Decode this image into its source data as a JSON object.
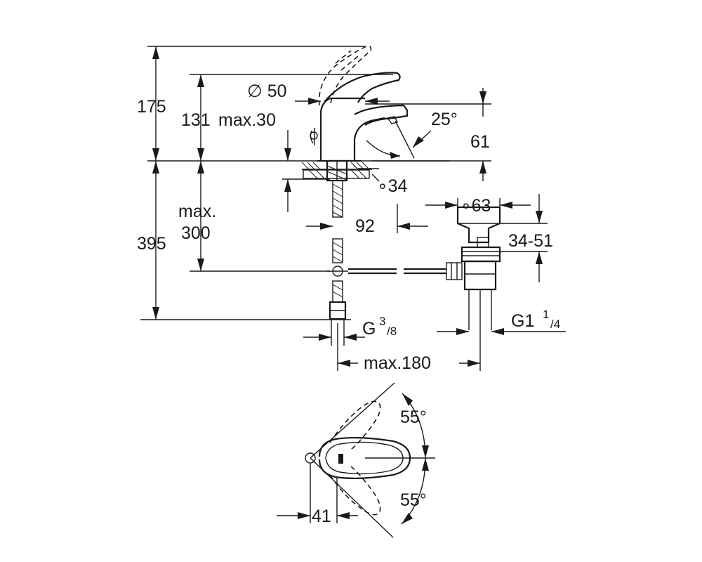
{
  "dimensions": {
    "total_height": "175",
    "spout_height": "131",
    "max_deck": "max.30",
    "handle_diameter": "∅ 50",
    "spout_angle": "25°",
    "spout_clearance": "61",
    "hole_diameter": "∘34",
    "waste_diameter": "∘63",
    "waste_range": "34-51",
    "below_height": "395",
    "hose_max_line1": "max.",
    "hose_max_line2": "300",
    "hose_offset": "92",
    "thread_hose_main": "G",
    "thread_hose_num": "3",
    "thread_hose_den": "/8",
    "thread_waste_main": "G1",
    "thread_waste_num": "1",
    "thread_waste_den": "/4",
    "waste_distance": "max.180",
    "rotation_up": "55°",
    "rotation_down": "55°",
    "handle_offset": "41"
  },
  "colors": {
    "ink": "#1a1a1a",
    "background": "#ffffff"
  }
}
